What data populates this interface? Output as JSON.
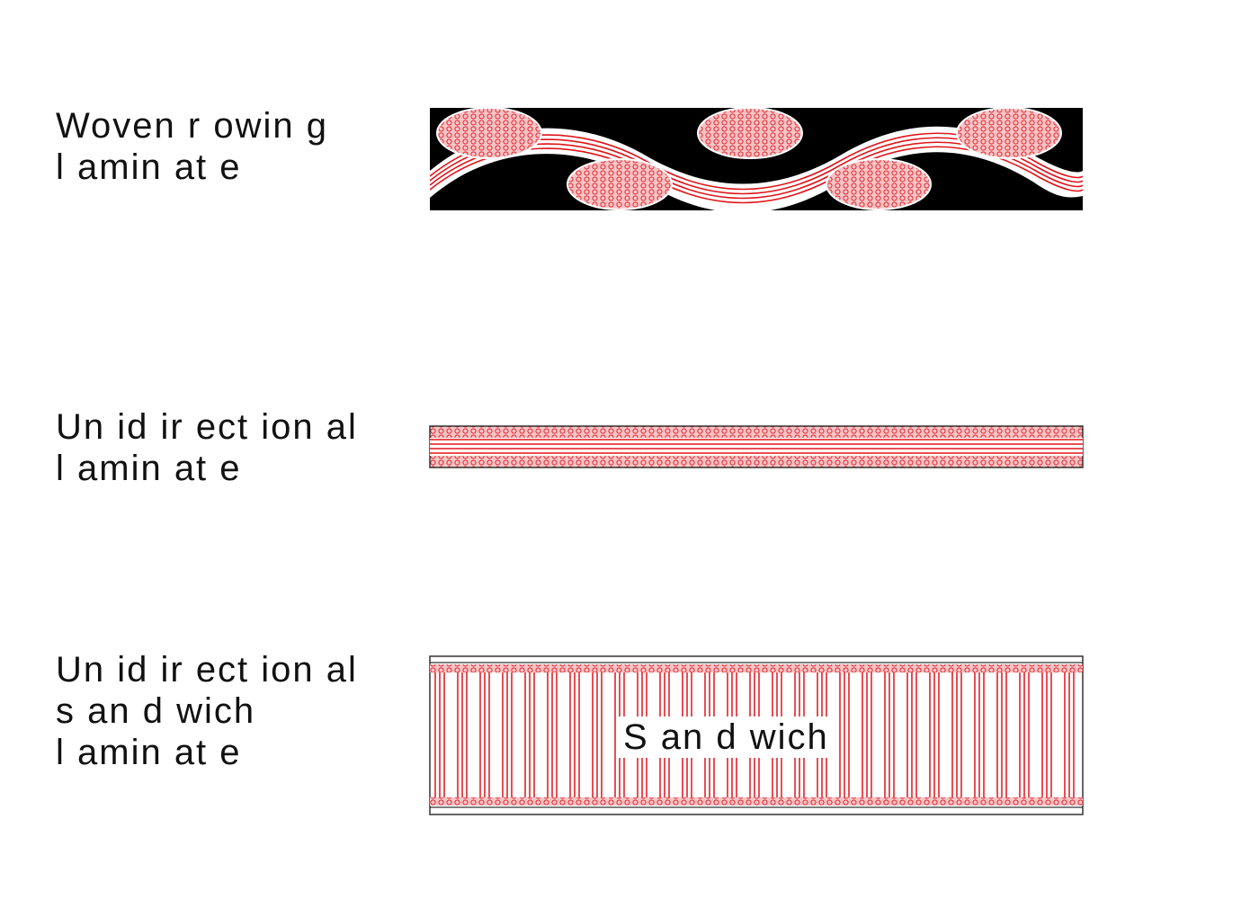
{
  "labels": {
    "woven": [
      "Woven  r owin g",
      "l amin at e"
    ],
    "unidirectional": [
      "Un id ir ect ion al",
      "l amin at e"
    ],
    "sandwich": [
      "Un id ir ect ion al",
      "s an d wich",
      "l amin at e"
    ]
  },
  "sandwich_core_text": "S an d wich",
  "colors": {
    "fiber": "#e0141b",
    "matrix_dark": "#000000",
    "background": "#ffffff"
  }
}
